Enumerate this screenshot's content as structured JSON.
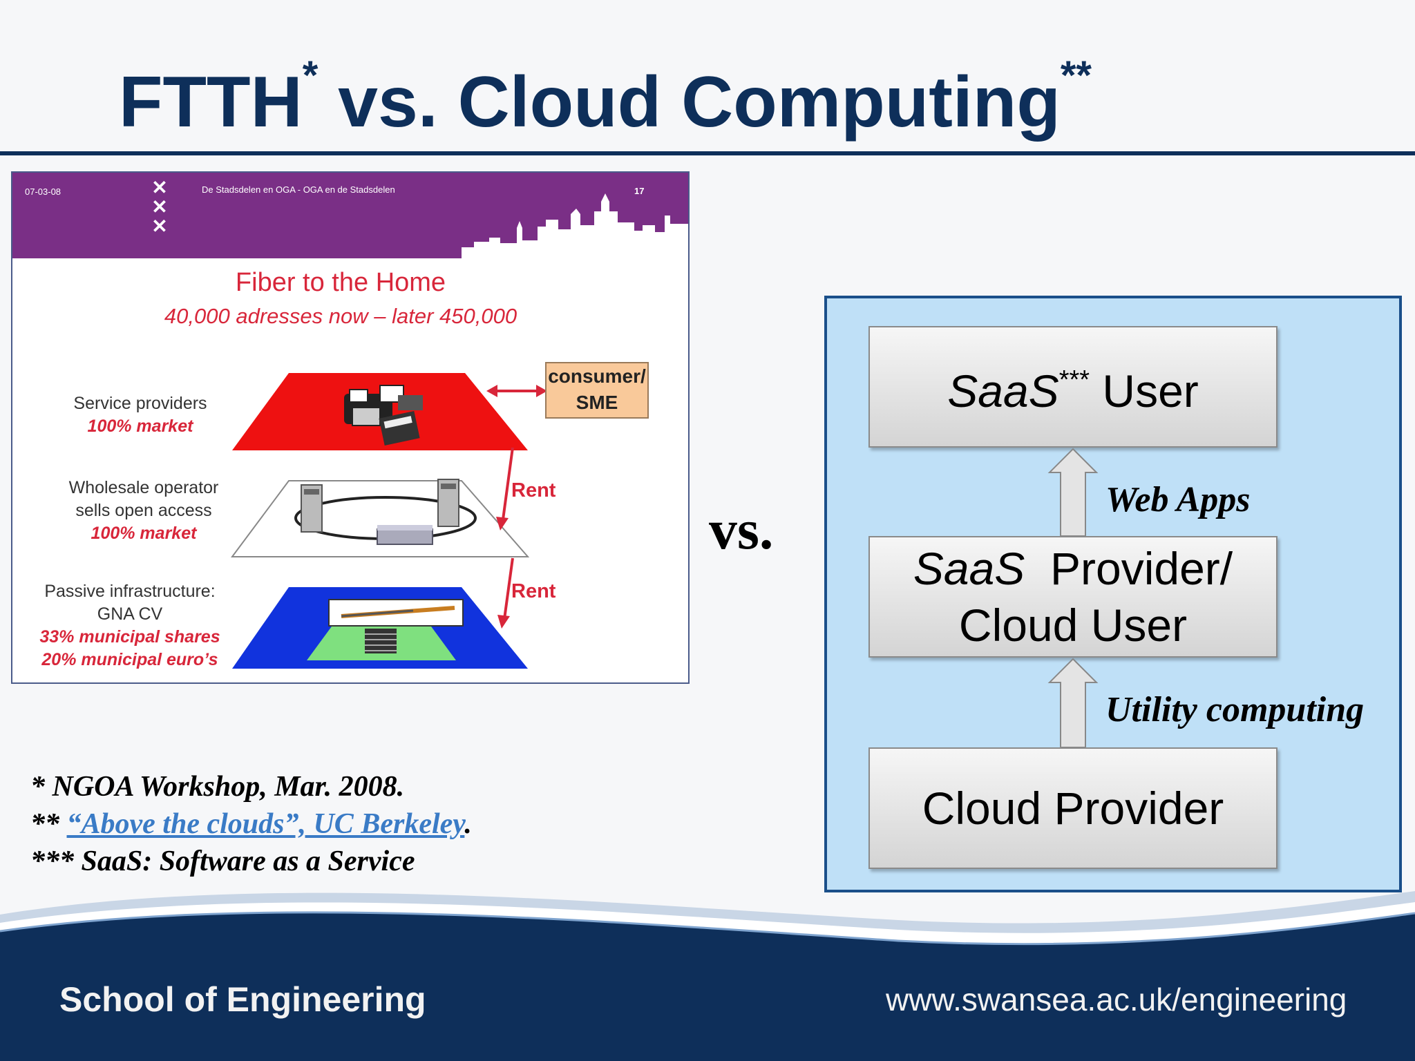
{
  "title": {
    "main1": "FTTH",
    "sup1": "*",
    "main2": " vs. Cloud Computing",
    "sup2": "**"
  },
  "ftth_slide": {
    "date": "07-03-08",
    "header": "De Stadsdelen en OGA - OGA en de Stadsdelen",
    "page": "17",
    "title": "Fiber to the Home",
    "subtitle": "40,000 adresses now – later 450,000",
    "consumer_line1": "consumer/",
    "consumer_line2": "SME",
    "layers": [
      {
        "label_lines": [
          "Service providers"
        ],
        "market_lines": [
          "100% market"
        ]
      },
      {
        "label_lines": [
          "Wholesale operator",
          "sells open access"
        ],
        "market_lines": [
          "100% market"
        ]
      },
      {
        "label_lines": [
          "Passive infrastructure:",
          "GNA CV"
        ],
        "market_lines": [
          "33% municipal shares",
          "20% municipal euro’s"
        ]
      }
    ],
    "rent_1": "Rent",
    "rent_2": "Rent",
    "colors": {
      "band": "#7a2f86",
      "top_layer": "#ee1111",
      "middle_layer": "#ffffff",
      "bottom_layer": "#1133dd",
      "accent_text": "#d8263a"
    }
  },
  "vs": "vs.",
  "stack": {
    "top": {
      "saas": "SaaS",
      "sup": "***",
      "rest": " User"
    },
    "middle": {
      "saas": "SaaS",
      "rest": "  Provider/",
      "line2": "Cloud User"
    },
    "bottom": "Cloud Provider",
    "arrow_top_label": "Web Apps",
    "arrow_bottom_label": "Utility computing",
    "colors": {
      "background": "#bfe0f7",
      "border": "#1a4f8a"
    }
  },
  "footnotes": {
    "f1": "*  NGOA Workshop, Mar. 2008.",
    "f2_prefix": "** ",
    "f2_link": "“Above the clouds”, UC Berkeley",
    "f2_suffix": ".",
    "f3": "*** SaaS: Software as a Service"
  },
  "footer": {
    "school": "School of Engineering",
    "website": "www.swansea.ac.uk/engineering",
    "color": "#0e2f5a"
  }
}
